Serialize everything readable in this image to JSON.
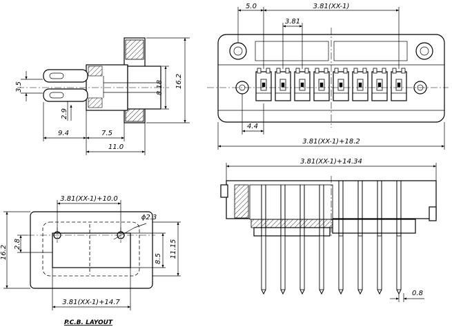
{
  "dimensions": {
    "side_height_total": "16.2",
    "side_height_inner": "8.18",
    "side_pin_gap": "3.5",
    "side_pin_offset": "2.9",
    "side_pin_length": "9.4",
    "side_body_depth": "7.5",
    "side_total_depth": "11.0",
    "front_edge_offset": "5.0",
    "front_pitch_span": "3.81(XX-1)",
    "front_pitch": "3.81",
    "front_hole_offset": "4.4",
    "front_total_width": "3.81(XX-1)+18.2",
    "bottom_total_width": "3.81(XX-1)+14.34",
    "pin_width": "0.8",
    "pcb_hole_span": "3.81(XX-1)+10.0",
    "pcb_hole_dia": "ϕ2.3",
    "pcb_height_total": "16.2",
    "pcb_hole_offset": "2.8",
    "pcb_cutout_height": "8.5",
    "pcb_height_mid": "11.15",
    "pcb_total_width": "3.81(XX-1)+14.7"
  },
  "labels": {
    "pcb_layout": "P.C.B. LAYOUT"
  },
  "terminal_count": 8
}
